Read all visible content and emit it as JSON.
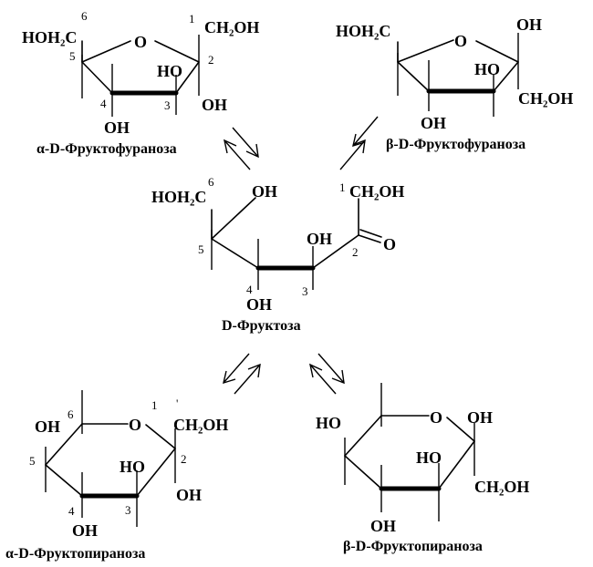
{
  "groups": {
    "hoh2c": "HOH₂C",
    "ch2oh": "CH₂OH",
    "oh": "OH",
    "ho": "HO",
    "o": "O",
    "carbonyl_o": "O"
  },
  "captions": {
    "alpha_furanose": "α-D-Фруктофураноза",
    "beta_furanose": "β-D-Фруктофураноза",
    "open_chain": "D-Фруктоза",
    "alpha_pyranose": "α-D-Фруктопираноза",
    "beta_pyranose": "β-D-Фруктопираноза"
  },
  "locants": {
    "c1": "1",
    "c2": "2",
    "c3": "3",
    "c4": "4",
    "c5": "5",
    "c6": "6",
    "prime": "'"
  }
}
